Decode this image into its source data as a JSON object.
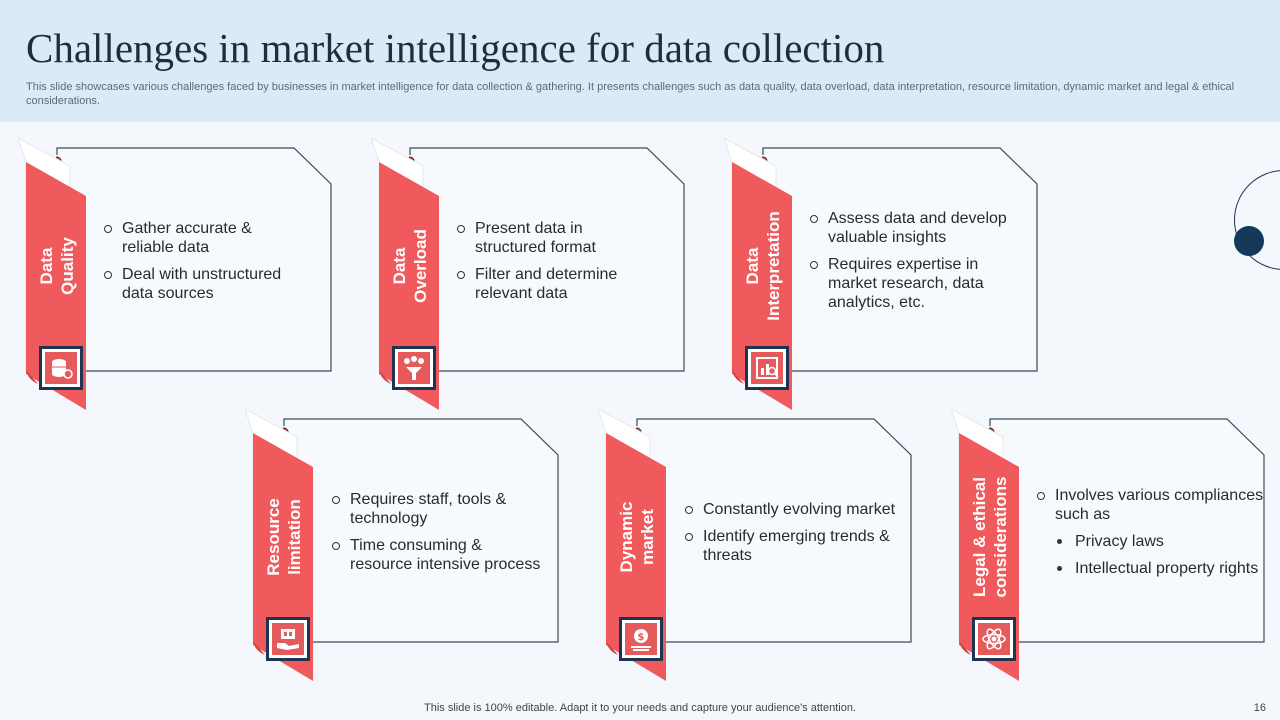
{
  "header": {
    "title": "Challenges in market intelligence for data collection",
    "subtitle": "This slide showcases various challenges faced by businesses in market intelligence for data collection & gathering. It presents challenges such as data quality, data overload, data interpretation, resource limitation, dynamic market and legal & ethical considerations."
  },
  "colors": {
    "accent": "#f05a5c",
    "navy": "#1d3552",
    "header_bg": "#dbeaf6"
  },
  "cards": [
    {
      "label_line1": "Data",
      "label_line2": "Quality",
      "icon": "database-gear-icon",
      "points": [
        "Gather accurate & reliable data",
        "Deal with unstructured data sources"
      ]
    },
    {
      "label_line1": "Data",
      "label_line2": "Overload",
      "icon": "funnel-ideas-icon",
      "points": [
        "Present data in structured format",
        "Filter and determine relevant data"
      ]
    },
    {
      "label_line1": "Data",
      "label_line2": "Interpretation",
      "icon": "chart-magnifier-icon",
      "points": [
        "Assess data and develop valuable insights",
        "Requires expertise in market research, data analytics, etc."
      ]
    },
    {
      "label_line1": "Resource",
      "label_line2": "limitation",
      "icon": "hand-resources-icon",
      "points": [
        "Requires staff, tools & technology",
        "Time consuming & resource intensive process"
      ]
    },
    {
      "label_line1": "Dynamic",
      "label_line2": "market",
      "icon": "dollar-market-icon",
      "points": [
        "Constantly evolving market",
        "Identify emerging trends & threats"
      ]
    },
    {
      "label_line1": "Legal & ethical",
      "label_line2": "considerations",
      "icon": "atom-compliance-icon",
      "points": [
        "Involves various compliances such as"
      ],
      "subpoints": [
        "Privacy laws",
        "Intellectual property rights"
      ]
    }
  ],
  "footer": {
    "note": "This slide is 100% editable. Adapt it to your needs and capture your audience's attention.",
    "page_number": "16"
  }
}
